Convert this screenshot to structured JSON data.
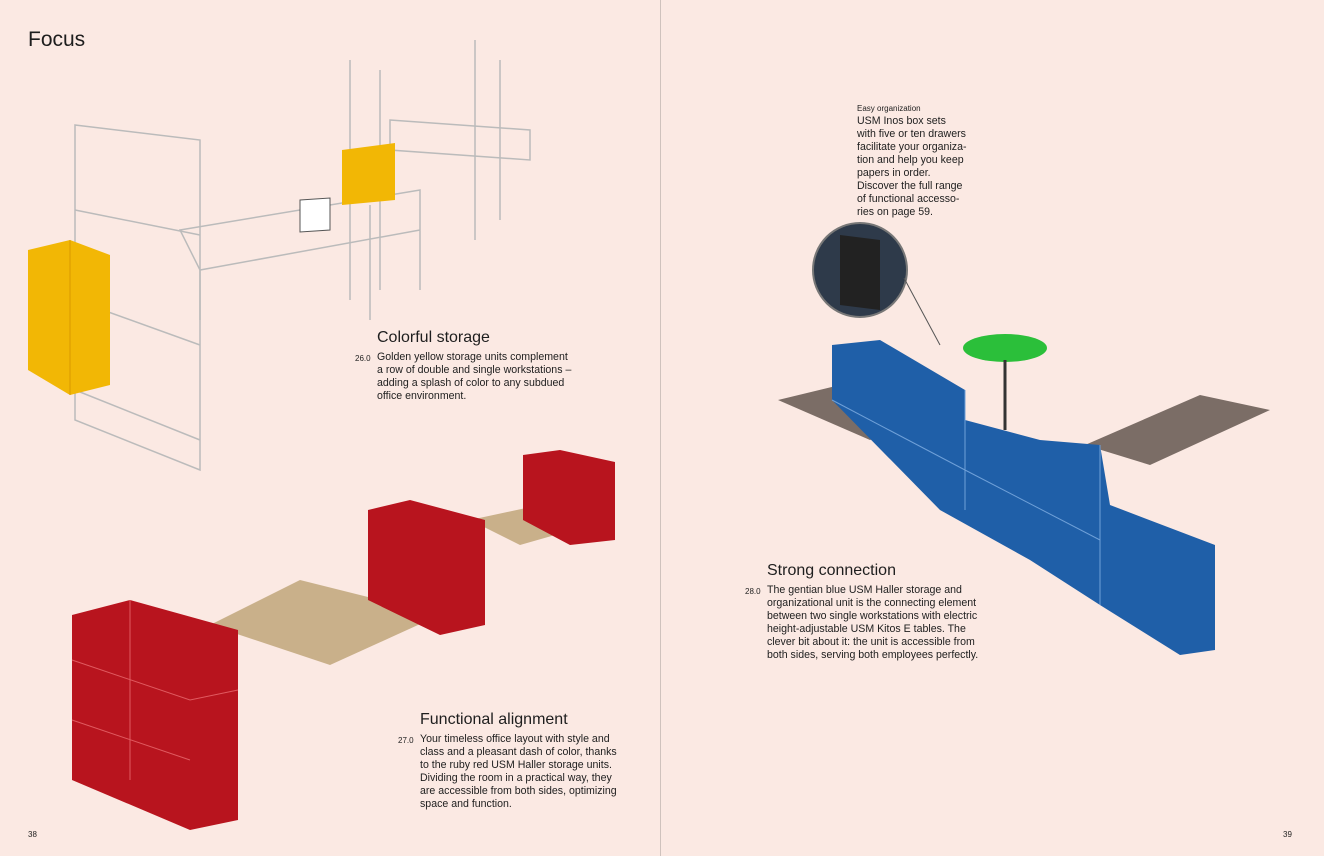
{
  "page_title": "Focus",
  "sections": {
    "colorful": {
      "heading": "Colorful storage",
      "number": "26.0",
      "text": "Golden yellow storage units complement\na row of double and single workstations –\nadding a splash of color to any subdued\noffice environment."
    },
    "functional": {
      "heading": "Functional alignment",
      "number": "27.0",
      "text": "Your timeless office layout with style and\nclass and a pleasant dash of color, thanks\nto the ruby red USM Haller storage units.\nDividing the room in a practical way, they\nare accessible from both sides, optimizing\nspace and function."
    },
    "strong": {
      "heading": "Strong connection",
      "number": "28.0",
      "text": "The gentian blue USM Haller storage and\norganizational unit is the connecting element\nbetween two single workstations with electric\nheight-adjustable USM Kitos E tables. The\nclever bit about it: the unit is accessible from\nboth sides, serving both employees perfectly."
    }
  },
  "note": {
    "caption": "Easy organization",
    "text": "USM Inos box sets\nwith five or ten drawers\nfacilitate your organiza-\ntion and help you keep\npapers in order.\nDiscover the full range\nof functional accesso-\nries on page 59."
  },
  "page_numbers": {
    "left": "38",
    "right": "39"
  },
  "colors": {
    "background": "#fbe9e3",
    "yellow": "#f2b705",
    "red": "#b8141e",
    "blue": "#1f5fa8",
    "green": "#2bbf3a"
  }
}
